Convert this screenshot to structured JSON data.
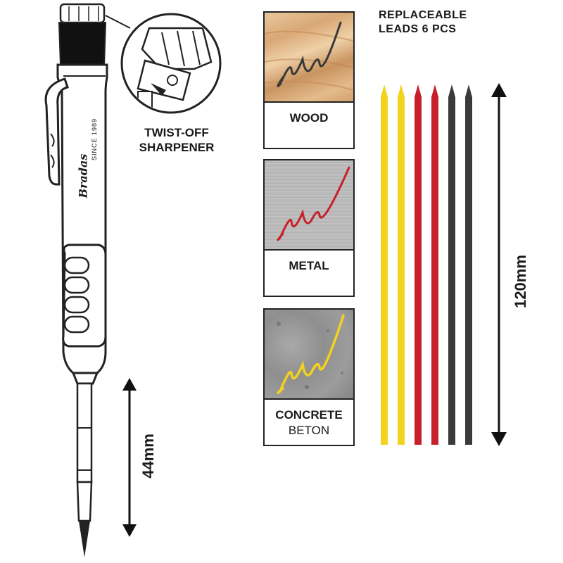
{
  "sharpener": {
    "label_line1": "TWIST-OFF",
    "label_line2": "SHARPENER"
  },
  "pencil": {
    "brand": "Bradas",
    "since": "SINCE 1989"
  },
  "leads": {
    "heading_line1": "REPLACEABLE",
    "heading_line2": "LEADS 6 PCS",
    "colors": [
      "#f2d21f",
      "#f2d21f",
      "#c8202a",
      "#c8202a",
      "#3a3a3a",
      "#3a3a3a"
    ]
  },
  "surfaces": [
    {
      "name": "WOOD",
      "sub": "",
      "stroke_color": "#3a3a3a"
    },
    {
      "name": "METAL",
      "sub": "",
      "stroke_color": "#c8202a"
    },
    {
      "name": "CONCRETE",
      "sub": "BETON",
      "stroke_color": "#f2d21f"
    }
  ],
  "dimensions": {
    "lead_length": "120mm",
    "tip_length": "44mm"
  }
}
